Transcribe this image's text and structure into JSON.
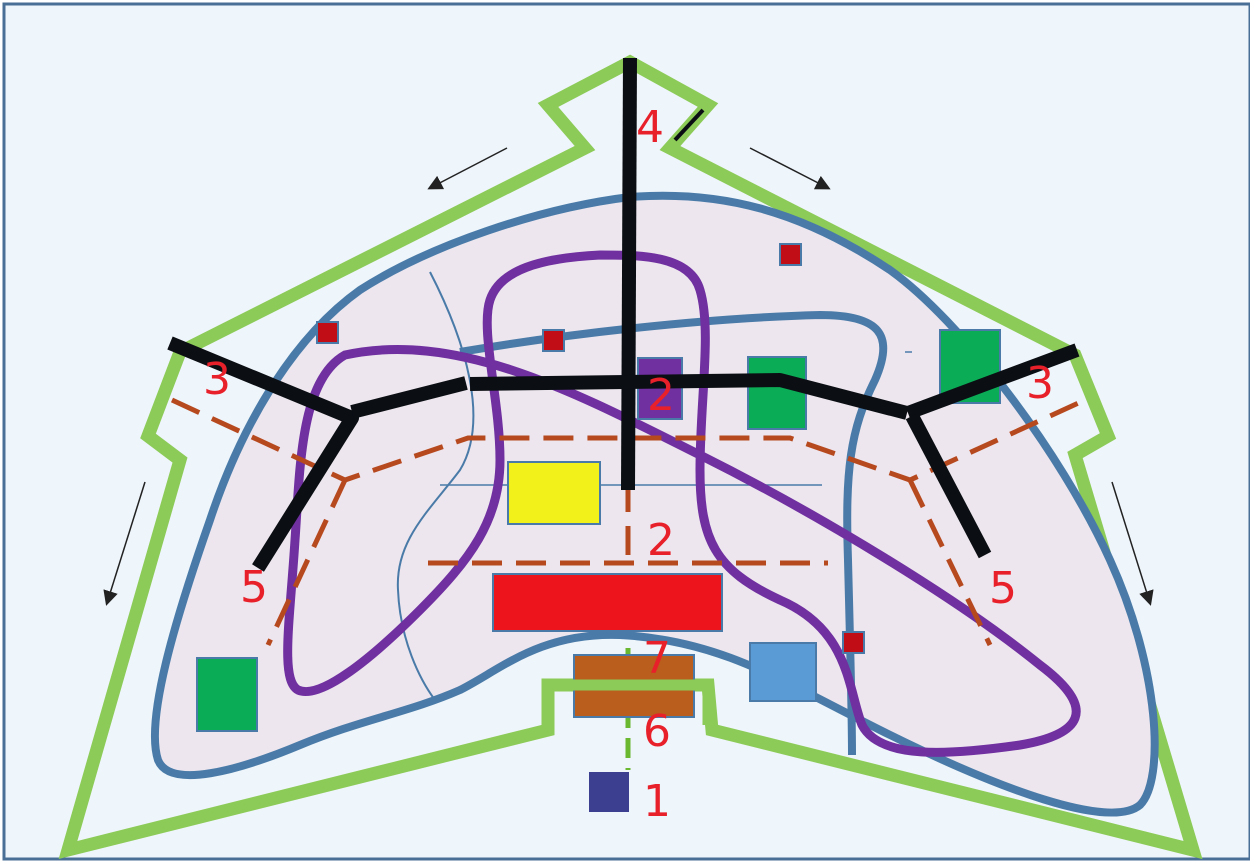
{
  "colors": {
    "background": "#eef5fb",
    "frame": "#4a6f96",
    "outer_boundary": "#8ccb57",
    "zone_fill": "#ede6ee",
    "zone_outline": "#4a7ba8",
    "purple_loop": "#7030a0",
    "black_axes": "#0b0f14",
    "dashed_network": "#b7491f",
    "labels": "#e8202a",
    "red_marker": "#c00d16",
    "green_block": "#0aad55",
    "yellow_block": "#f2f21a",
    "red_block": "#ee141b",
    "purple_block": "#7030a0",
    "orange_block": "#b95e1c",
    "light_blue_block": "#5b9bd5",
    "navy_block": "#3c3f8f",
    "arrow": "#222222"
  },
  "labels": {
    "top_axis": "4",
    "west_axis": "3",
    "east_axis": "3",
    "center_block": "2",
    "center_axis": "2",
    "southwest_axis": "5",
    "southeast_axis": "5",
    "gate_upper": "7",
    "gate_lower": "6",
    "entry": "1"
  },
  "icons": {
    "arrows": [
      "arrow-down-left-icon",
      "arrow-down-right-icon",
      "arrow-down-left-icon",
      "arrow-down-right-icon"
    ]
  }
}
